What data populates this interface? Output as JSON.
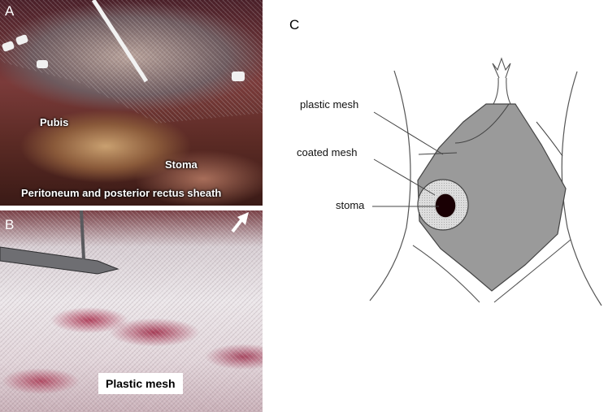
{
  "panels": {
    "a": {
      "letter": "A",
      "labels": {
        "pubis": "Pubis",
        "stoma": "Stoma",
        "peritoneum": "Peritoneum and posterior rectus sheath"
      }
    },
    "b": {
      "letter": "B",
      "label": "Plastic mesh"
    },
    "c": {
      "letter": "C",
      "labels": {
        "plastic_mesh": "plastic mesh",
        "coated_mesh": "coated mesh",
        "stoma": "stoma"
      }
    }
  },
  "colors": {
    "mesh_fill": "#9a9a9a",
    "coated_mesh_fill": "#d8d8d8",
    "stoma_fill": "#1a0004",
    "outline": "#444444"
  },
  "icons": [
    "white-arrow-icon"
  ]
}
